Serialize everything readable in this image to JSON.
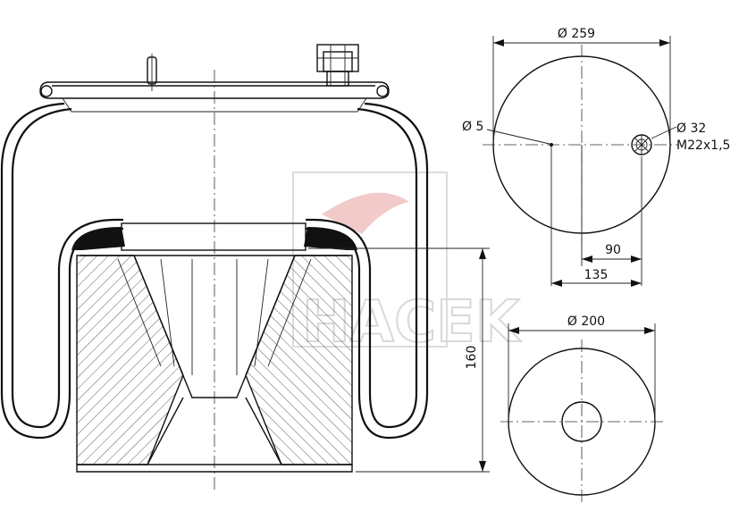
{
  "watermark": {
    "text": "HACEK"
  },
  "top_view": {
    "diameter_label": "Ø 259",
    "hole_label": "Ø 5",
    "port_diameter_label": "Ø 32",
    "thread_label": "M22x1,5",
    "offset_small_label": "90",
    "offset_large_label": "135"
  },
  "side_view": {
    "height_label": "160"
  },
  "bottom_view": {
    "diameter_label": "Ø 200"
  },
  "colors": {
    "line": "#111111",
    "watermark": "#d8d8d8",
    "watermark_accent": "#e05050"
  }
}
